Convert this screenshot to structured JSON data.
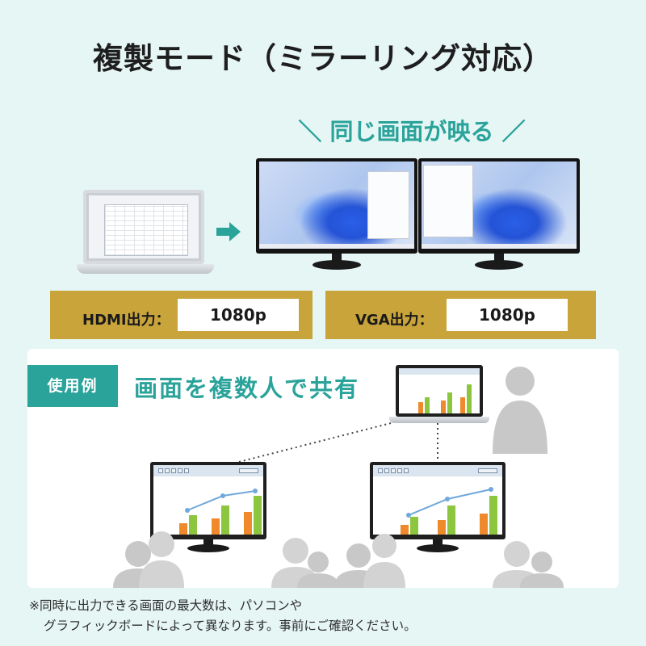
{
  "title": "複製モード（ミラーリング対応）",
  "subtitle": "＼ 同じ画面が映る ／",
  "outputs": [
    {
      "label": "HDMI出力：",
      "value": "1080p"
    },
    {
      "label": "VGA出力：",
      "value": "1080p"
    }
  ],
  "usage": {
    "tag": "使用例",
    "text": "画面を複数人で共有"
  },
  "footnote": {
    "line1": "※同時に出力できる画面の最大数は、パソコンや",
    "line2": "グラフィックボードによって異なります。事前にご確認ください。"
  },
  "colors": {
    "background": "#e6f6f5",
    "accent_teal": "#2aa39a",
    "output_bar": "#c8a43a",
    "bar_orange": "#ef8a2c",
    "bar_green": "#8cc63f",
    "line_blue": "#6fa8dc",
    "person_gray": "#c8c8c8"
  },
  "icons": [
    "arrow-right-icon",
    "person-icon",
    "laptop-icon",
    "monitor-icon"
  ]
}
